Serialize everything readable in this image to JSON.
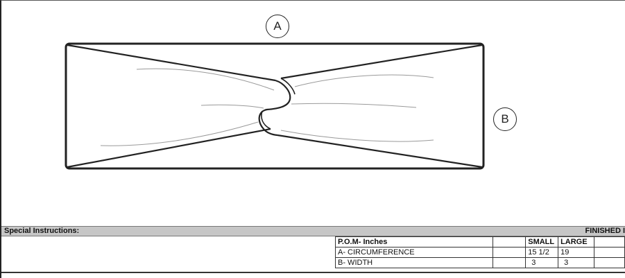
{
  "drawing": {
    "callout_a": "A",
    "callout_b": "B"
  },
  "spec_bar": {
    "special_instructions": "Special Instructions:",
    "finished_label": "FINISHED I"
  },
  "pom_table": {
    "header": [
      "P.O.M- Inches",
      "",
      "SMALL",
      "LARGE",
      ""
    ],
    "rows": [
      [
        "A- CIRCUMFERENCE",
        "",
        "15 1/2",
        "19",
        ""
      ],
      [
        "B- WIDTH",
        "",
        "3",
        "3",
        ""
      ]
    ]
  }
}
